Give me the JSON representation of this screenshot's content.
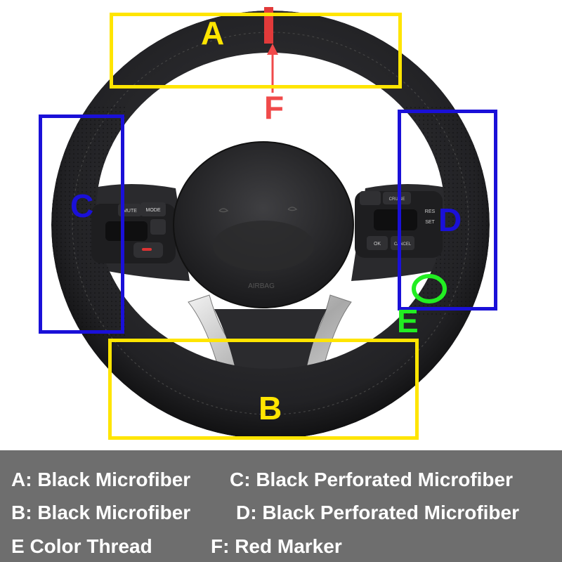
{
  "colors": {
    "yellow": "#ffe500",
    "blue": "#1a10d8",
    "green": "#22ee22",
    "red": "#f04a4a",
    "leather": "#1b1b1d",
    "legend_bg": "#6e6e6e"
  },
  "zones": {
    "a": "A",
    "b": "B",
    "c": "C",
    "d": "D",
    "e": "E",
    "f": "F"
  },
  "wheel": {
    "airbag_text": "AIRBAG",
    "buttons": {
      "mode": "MODE",
      "mute": "MUTE",
      "cruise": "CRUISE",
      "res": "RES",
      "set": "SET",
      "ok": "OK",
      "cancel": "CANCEL"
    },
    "icons": [
      "phone-icon",
      "volume-icon",
      "cruise-icon",
      "airbag-icon"
    ]
  },
  "legend": {
    "a": "A: Black Microfiber",
    "c": "C: Black Perforated Microfiber",
    "b": "B: Black Microfiber",
    "d": "D: Black Perforated Microfiber",
    "e": "E  Color Thread",
    "f": "F: Red Marker"
  }
}
